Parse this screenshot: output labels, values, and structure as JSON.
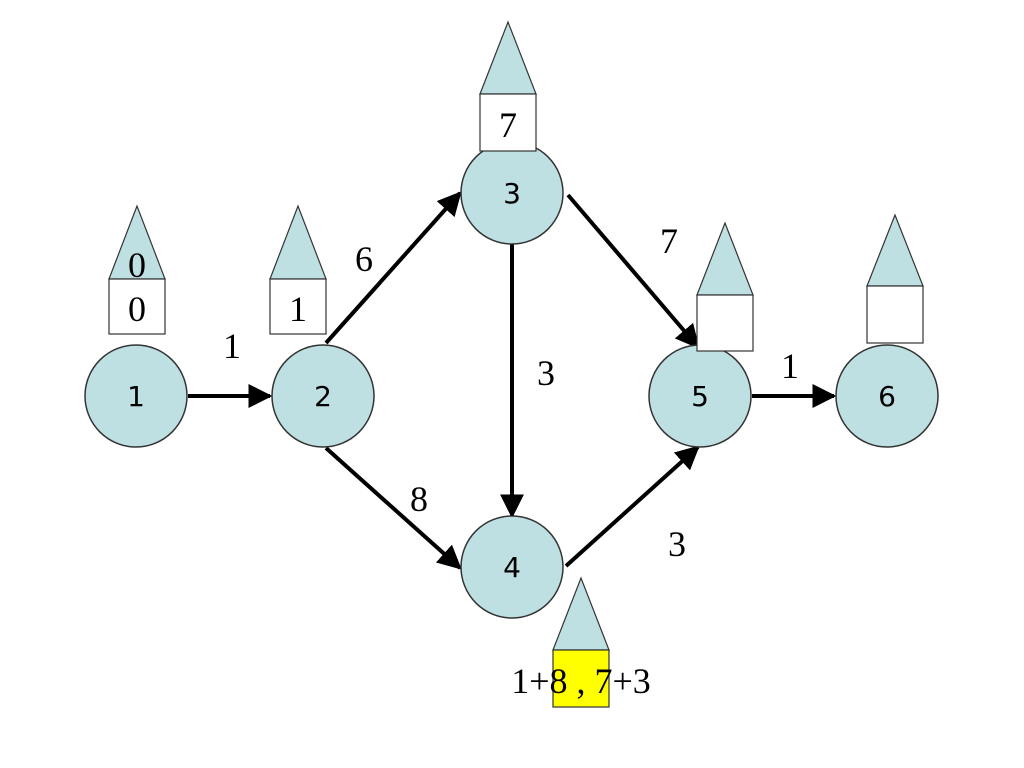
{
  "colors": {
    "node_fill": "#bfe0e3",
    "node_stroke": "#333333",
    "box_fill": "#ffffff",
    "highlight_fill": "#ffff00",
    "edge": "#000000"
  },
  "nodes": [
    {
      "id": "1",
      "label": "1",
      "tag_top": "0",
      "tag_box": "0"
    },
    {
      "id": "2",
      "label": "2",
      "tag_top": "",
      "tag_box": "1"
    },
    {
      "id": "3",
      "label": "3",
      "tag_top": "",
      "tag_box": "7"
    },
    {
      "id": "4",
      "label": "4",
      "tag_top": "",
      "tag_box": "1+8 , 7+3"
    },
    {
      "id": "5",
      "label": "5",
      "tag_top": "",
      "tag_box": ""
    },
    {
      "id": "6",
      "label": "6",
      "tag_top": "",
      "tag_box": ""
    }
  ],
  "edges": [
    {
      "from": "1",
      "to": "2",
      "weight": "1"
    },
    {
      "from": "2",
      "to": "3",
      "weight": "6"
    },
    {
      "from": "2",
      "to": "4",
      "weight": "8"
    },
    {
      "from": "3",
      "to": "4",
      "weight": "3"
    },
    {
      "from": "3",
      "to": "5",
      "weight": "7"
    },
    {
      "from": "4",
      "to": "5",
      "weight": "3"
    },
    {
      "from": "5",
      "to": "6",
      "weight": "1"
    }
  ]
}
